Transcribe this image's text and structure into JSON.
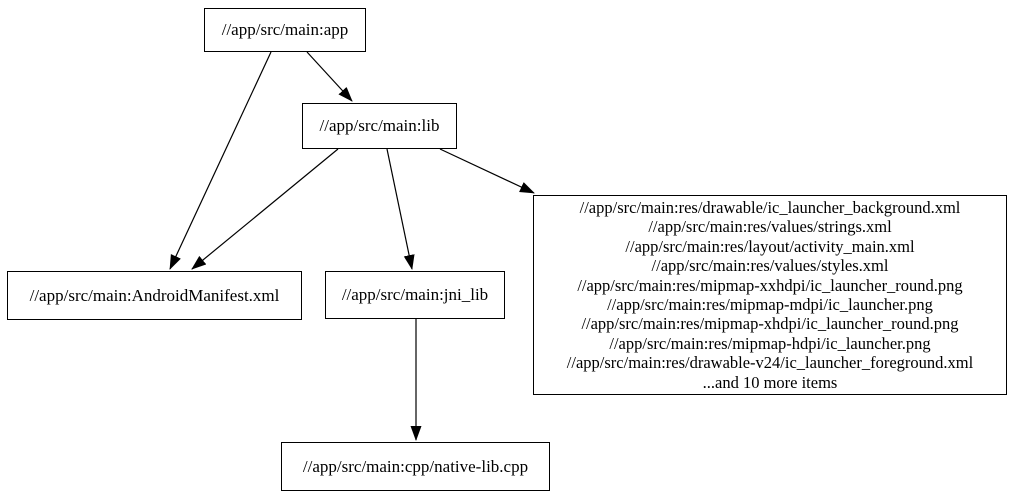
{
  "graph": {
    "description": "build dependency graph",
    "nodes": {
      "app": {
        "label": "//app/src/main:app"
      },
      "lib": {
        "label": "//app/src/main:lib"
      },
      "android_manifest": {
        "label": "//app/src/main:AndroidManifest.xml"
      },
      "jni_lib": {
        "label": "//app/src/main:jni_lib"
      },
      "native_lib_cpp": {
        "label": "//app/src/main:cpp/native-lib.cpp"
      },
      "res_files": {
        "lines": [
          "//app/src/main:res/drawable/ic_launcher_background.xml",
          "//app/src/main:res/values/strings.xml",
          "//app/src/main:res/layout/activity_main.xml",
          "//app/src/main:res/values/styles.xml",
          "//app/src/main:res/mipmap-xxhdpi/ic_launcher_round.png",
          "//app/src/main:res/mipmap-mdpi/ic_launcher.png",
          "//app/src/main:res/mipmap-xhdpi/ic_launcher_round.png",
          "//app/src/main:res/mipmap-hdpi/ic_launcher.png",
          "//app/src/main:res/drawable-v24/ic_launcher_foreground.xml",
          "...and 10 more items"
        ]
      }
    },
    "edges": [
      {
        "from": "app",
        "to": "android_manifest"
      },
      {
        "from": "app",
        "to": "lib"
      },
      {
        "from": "lib",
        "to": "android_manifest"
      },
      {
        "from": "lib",
        "to": "jni_lib"
      },
      {
        "from": "lib",
        "to": "res_files"
      },
      {
        "from": "jni_lib",
        "to": "native_lib_cpp"
      }
    ],
    "colors": {
      "background": "#ffffff",
      "node_fill": "#ffffff",
      "node_border": "#000000",
      "edge": "#000000",
      "text": "#000000"
    }
  }
}
